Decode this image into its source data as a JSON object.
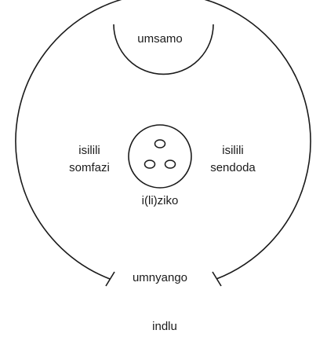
{
  "diagram": {
    "caption": "indlu",
    "labels": {
      "umsamo": "umsamo",
      "left_line1": "isilili",
      "left_line2": "somfazi",
      "right_line1": "isilili",
      "right_line2": "sendoda",
      "hearth": "i(li)ziko",
      "door": "umnyango"
    },
    "hearth_stones": 3,
    "colors": {
      "stroke": "#1a1a1a",
      "background": "#ffffff"
    }
  }
}
